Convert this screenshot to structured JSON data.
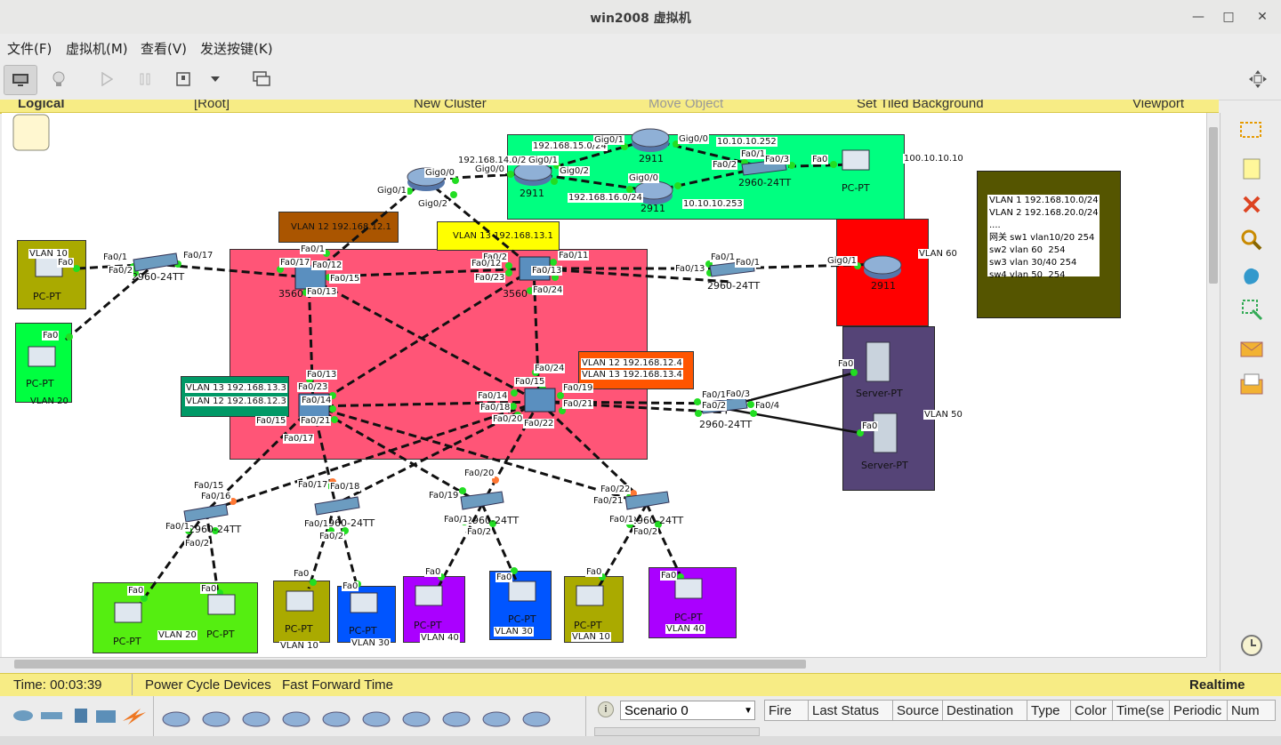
{
  "window": {
    "title": "win2008 虚拟机",
    "minimize": "—",
    "restore": "□",
    "close": "✕"
  },
  "menu": [
    "文件(F)",
    "虚拟机(M)",
    "查看(V)",
    "发送按键(K)"
  ],
  "tabs": {
    "logical": "Logical",
    "root": "[Root]",
    "new_cluster": "New Cluster",
    "move_object": "Move Object",
    "set_bg": "Set Tiled Background",
    "viewport": "Viewport"
  },
  "status": {
    "time": "Time: 00:03:39",
    "power": "Power Cycle Devices",
    "fast_forward": "Fast Forward Time",
    "mode": "Realtime"
  },
  "scenario": {
    "value": "Scenario 0"
  },
  "event_columns": [
    "Fire",
    "Last Status",
    "Source",
    "Destination",
    "Type",
    "Color",
    "Time(se",
    "Periodic",
    "Num"
  ],
  "colors": {
    "pink_area": "#ff5577",
    "green_area": "#00ff80",
    "red_area": "#ff0000",
    "purple_area": "#554477",
    "olive_note": "#555500",
    "link_dot": "#22dd22"
  },
  "areas": {
    "vlan12_label": "VLAN 12 192.168.12.1",
    "vlan13_label": "VLAN 13 192.168.13.1",
    "vlan_124_134": [
      "VLAN 12 192.168.12.4",
      "VLAN 13 192.168.13.4"
    ],
    "vlan_133_123": [
      "VLAN 13 192.168.13.3",
      "VLAN 12 192.168.12.3"
    ],
    "vlan60": "VLAN 60",
    "vlan50": "VLAN 50",
    "ip_100": "100.10.10.10",
    "notes": [
      "VLAN 1 192.168.10.0/24",
      "VLAN 2 192.168.20.0/24",
      "....",
      "网关 sw1 vlan10/20 254",
      "sw2 vlan 60  254",
      "sw3 vlan 30/40 254",
      "sw4 vlan 50  254"
    ]
  },
  "devices": {
    "router_top": "2911",
    "router_mid": "2911",
    "router_bot": "2911",
    "router_red": "2911",
    "sw_green": "2960-24TT",
    "sw_left": "2960-24TT",
    "sw_red": "2960-24TT",
    "sw_server": "2960-24TT",
    "sw_b1": "2960-24TT",
    "sw_b2": "2960-24TT",
    "sw_b3": "2960-24TT",
    "sw_b4": "2960-24TT",
    "ms1": "3560",
    "ms2": "3560",
    "pc": "PC-PT",
    "server": "Server-PT"
  },
  "vlans": {
    "v10": "VLAN 10",
    "v20": "VLAN 20",
    "v30": "VLAN 30",
    "v40": "VLAN 40"
  },
  "ips": {
    "ip15": "192.168.15.0/24",
    "ip14": "192.168.14.0/2",
    "ip16": "192.168.16.0/24",
    "ip252": "10.10.10.252",
    "ip253": "10.10.10.253"
  },
  "ports": {
    "gig00": "Gig0/0",
    "gig01": "Gig0/1",
    "gig02": "Gig0/2",
    "fa0": "Fa0",
    "fa01": "Fa0/1",
    "fa02": "Fa0/2",
    "fa03": "Fa0/3",
    "fa04": "Fa0/4",
    "fa011": "Fa0/11",
    "fa012": "Fa0/12",
    "fa013": "Fa0/13",
    "fa014": "Fa0/14",
    "fa015": "Fa0/15",
    "fa016": "Fa0/16",
    "fa017": "Fa0/17",
    "fa018": "Fa0/18",
    "fa019": "Fa0/19",
    "fa020": "Fa0/20",
    "fa021": "Fa0/21",
    "fa022": "Fa0/22",
    "fa023": "Fa0/23",
    "fa024": "Fa0/24"
  }
}
